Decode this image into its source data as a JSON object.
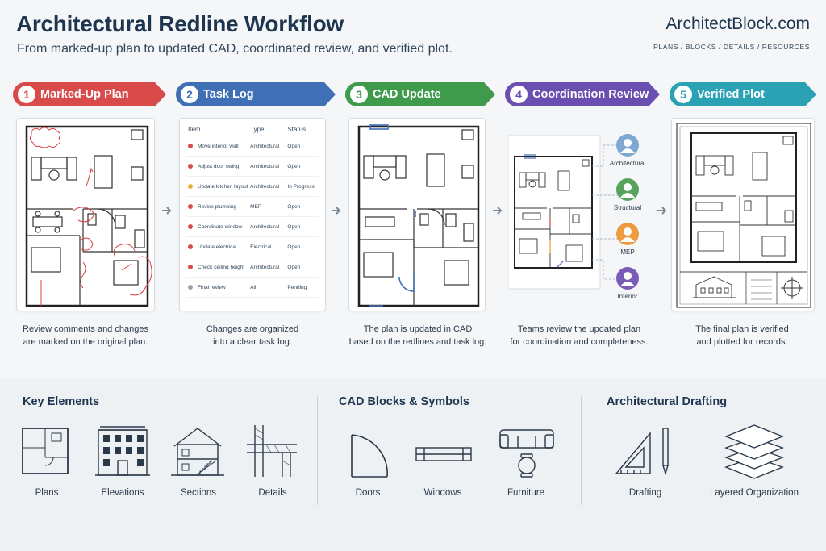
{
  "header": {
    "title": "Architectural Redline Workflow",
    "subtitle": "From marked-up plan to updated CAD, coordinated review, and verified plot.",
    "brand": "ArchitectBlock.com",
    "nav": "PLANS  /  BLOCKS  /  DETAILS  /  RESOURCES"
  },
  "steps": [
    {
      "num": "1",
      "label": "Marked-Up Plan",
      "color": "#d94b4b",
      "caption": "Review comments and changes\nare marked on the original plan."
    },
    {
      "num": "2",
      "label": "Task Log",
      "color": "#3f6fb5",
      "caption": "Changes are organized\ninto a clear task log."
    },
    {
      "num": "3",
      "label": "CAD Update",
      "color": "#3f9a4c",
      "caption": "The plan is updated in CAD\nbased on the redlines and task log."
    },
    {
      "num": "4",
      "label": "Coordination Review",
      "color": "#6a4fb0",
      "caption": "Teams review the updated plan\nfor coordination and completeness."
    },
    {
      "num": "5",
      "label": "Verified Plot",
      "color": "#2aa2b3",
      "caption": "The final plan is verified\nand plotted for records."
    }
  ],
  "task_log": {
    "headers": [
      "Item",
      "Type",
      "Status"
    ],
    "rows": [
      {
        "item": "Move interior wall",
        "type": "Architectural",
        "status": "Open",
        "dot": "#d94b4b"
      },
      {
        "item": "Adjust door swing",
        "type": "Architectural",
        "status": "Open",
        "dot": "#d94b4b"
      },
      {
        "item": "Update kitchen layout",
        "type": "Architectural",
        "status": "In Progress",
        "dot": "#e8b23a"
      },
      {
        "item": "Revise plumbing",
        "type": "MEP",
        "status": "Open",
        "dot": "#d94b4b"
      },
      {
        "item": "Coordinate window",
        "type": "Architectural",
        "status": "Open",
        "dot": "#d94b4b"
      },
      {
        "item": "Update electrical",
        "type": "Electrical",
        "status": "Open",
        "dot": "#d94b4b"
      },
      {
        "item": "Check ceiling height",
        "type": "Architectural",
        "status": "Open",
        "dot": "#d94b4b"
      },
      {
        "item": "Final review",
        "type": "All",
        "status": "Pending",
        "dot": "#9aa3ab"
      }
    ]
  },
  "review_roles": [
    {
      "label": "Architectural",
      "color": "#7fa7d3"
    },
    {
      "label": "Structural",
      "color": "#57a35e"
    },
    {
      "label": "MEP",
      "color": "#ee9b3f"
    },
    {
      "label": "Interior",
      "color": "#7a5cb8"
    }
  ],
  "bottom": {
    "key_elements": {
      "title": "Key Elements",
      "items": [
        "Plans",
        "Elevations",
        "Sections",
        "Details"
      ]
    },
    "cad_blocks": {
      "title": "CAD Blocks & Symbols",
      "items": [
        "Doors",
        "Windows",
        "Furniture"
      ]
    },
    "drafting": {
      "title": "Architectural Drafting",
      "items": [
        "Drafting",
        "Layered Organization"
      ]
    }
  },
  "icons": {
    "arrow": "chevron-right-icon",
    "person": "person-icon"
  }
}
